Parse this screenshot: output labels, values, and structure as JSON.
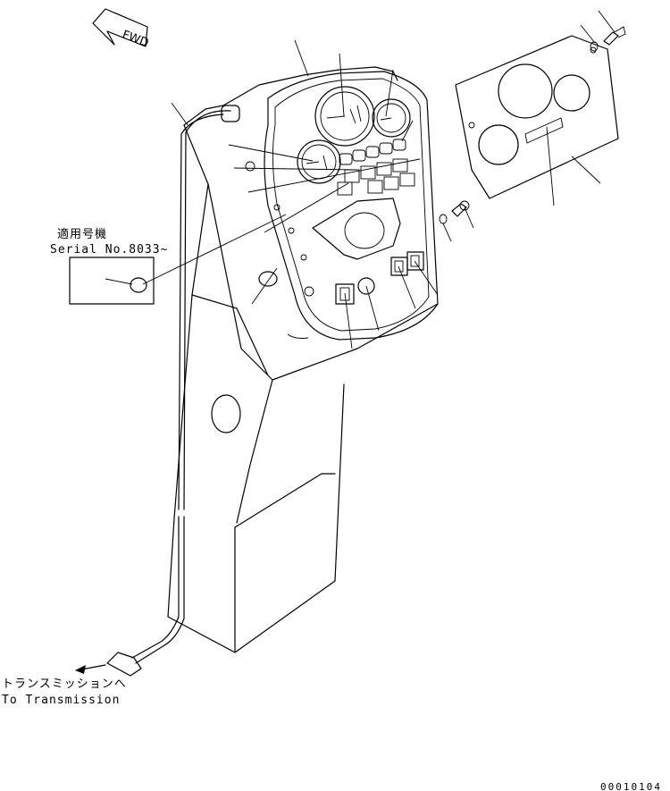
{
  "fwd_label": "FWD",
  "serial_box": {
    "line1": "適用号機",
    "line2": "Serial No.8033~"
  },
  "to_transmission": {
    "jp": "トランスミッションへ",
    "en": "To Transmission"
  },
  "drawing_number": "00010104"
}
